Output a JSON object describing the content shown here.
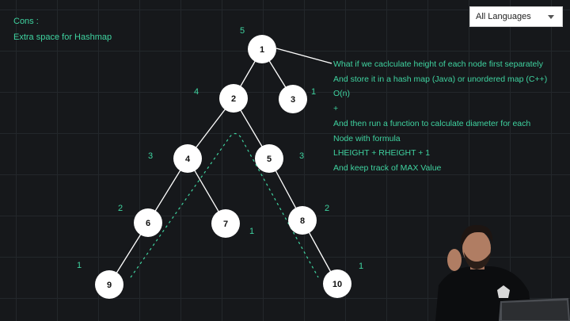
{
  "cons": {
    "title": "Cons :",
    "point": "Extra space for Hashmap"
  },
  "language_select": {
    "selected": "All Languages",
    "icon": "chevron-down-icon"
  },
  "note_lines": [
    "What if we caclculate height of each node first separately",
    "And store it in a hash map (Java) or unordered map (C++)",
    "O(n)",
    "+",
    "And then run a function to calculate diameter for each",
    "Node with formula",
    "LHEIGHT + RHEIGHT + 1",
    "And keep track of MAX Value"
  ],
  "tree": {
    "nodes": [
      {
        "value": "1",
        "height": "5"
      },
      {
        "value": "2",
        "height": "4"
      },
      {
        "value": "3",
        "height": "1"
      },
      {
        "value": "4",
        "height": "3"
      },
      {
        "value": "5",
        "height": "3"
      },
      {
        "value": "6",
        "height": "2"
      },
      {
        "value": "7",
        "height": "1"
      },
      {
        "value": "8",
        "height": "2"
      },
      {
        "value": "9",
        "height": "1"
      },
      {
        "value": "10",
        "height": "1"
      }
    ]
  },
  "colors": {
    "accent": "#3fd3a0",
    "background": "#16181b",
    "node_fill": "#ffffff",
    "edge": "#ffffff"
  }
}
